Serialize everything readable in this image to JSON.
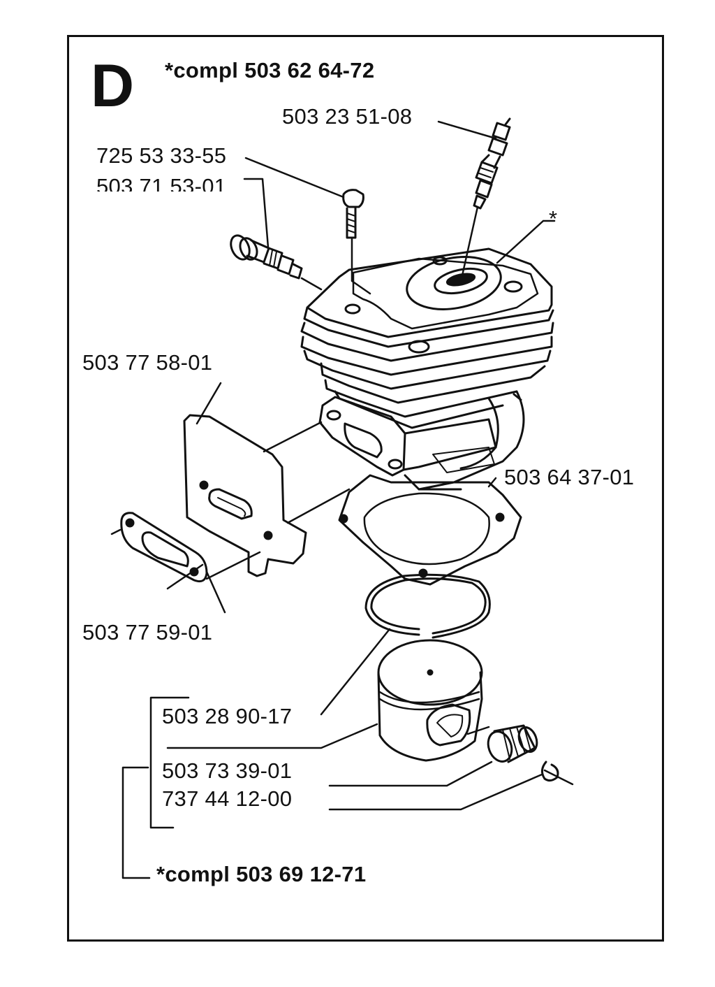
{
  "section": {
    "letter": "D",
    "cylinder_kit": "*compl 503 62 64-72"
  },
  "parts": {
    "spark_plug": "503 23 51-08",
    "screw": "725 53 33-55",
    "decompression_valve": "503 71 53-01",
    "heat_shield": "503 77 58-01",
    "base_gasket": "503 64 37-01",
    "exhaust_gasket": "503 77 59-01",
    "piston_ring": "503 28 90-17",
    "needle_bearing": "503 73 39-01",
    "circlip": "737 44 12-00",
    "cylinder_marker": "*"
  },
  "piston_kit": "*compl 503 69 12-71"
}
